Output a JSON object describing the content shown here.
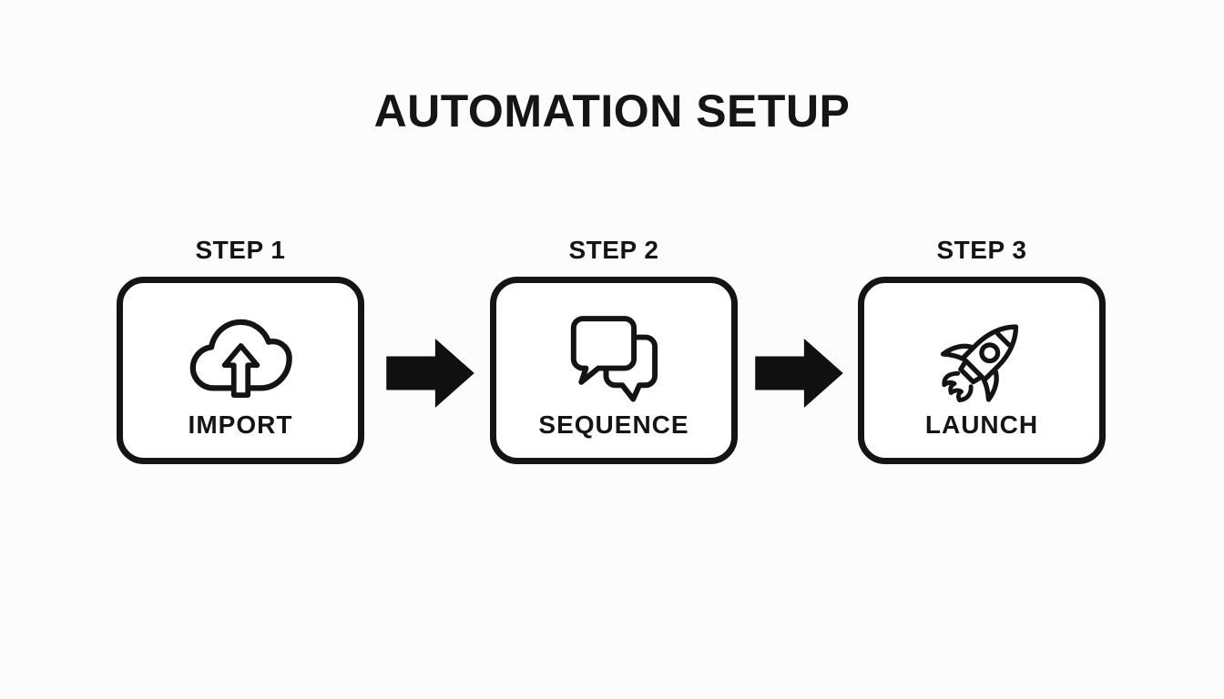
{
  "title": "AUTOMATION SETUP",
  "colors": {
    "background": "#fcfcfc",
    "ink": "#151515",
    "line": "#141414",
    "box_fill": "#ffffff",
    "arrow_fill": "#101010"
  },
  "steps": [
    {
      "step_label": "STEP 1",
      "label": "IMPORT",
      "icon": "cloud-upload-icon"
    },
    {
      "step_label": "STEP 2",
      "label": "SEQUENCE",
      "icon": "chat-bubbles-icon"
    },
    {
      "step_label": "STEP 3",
      "label": "LAUNCH",
      "icon": "rocket-icon"
    }
  ],
  "arrows": [
    {
      "icon": "arrow-right-icon",
      "direction": "right"
    },
    {
      "icon": "arrow-right-icon",
      "direction": "right"
    }
  ]
}
